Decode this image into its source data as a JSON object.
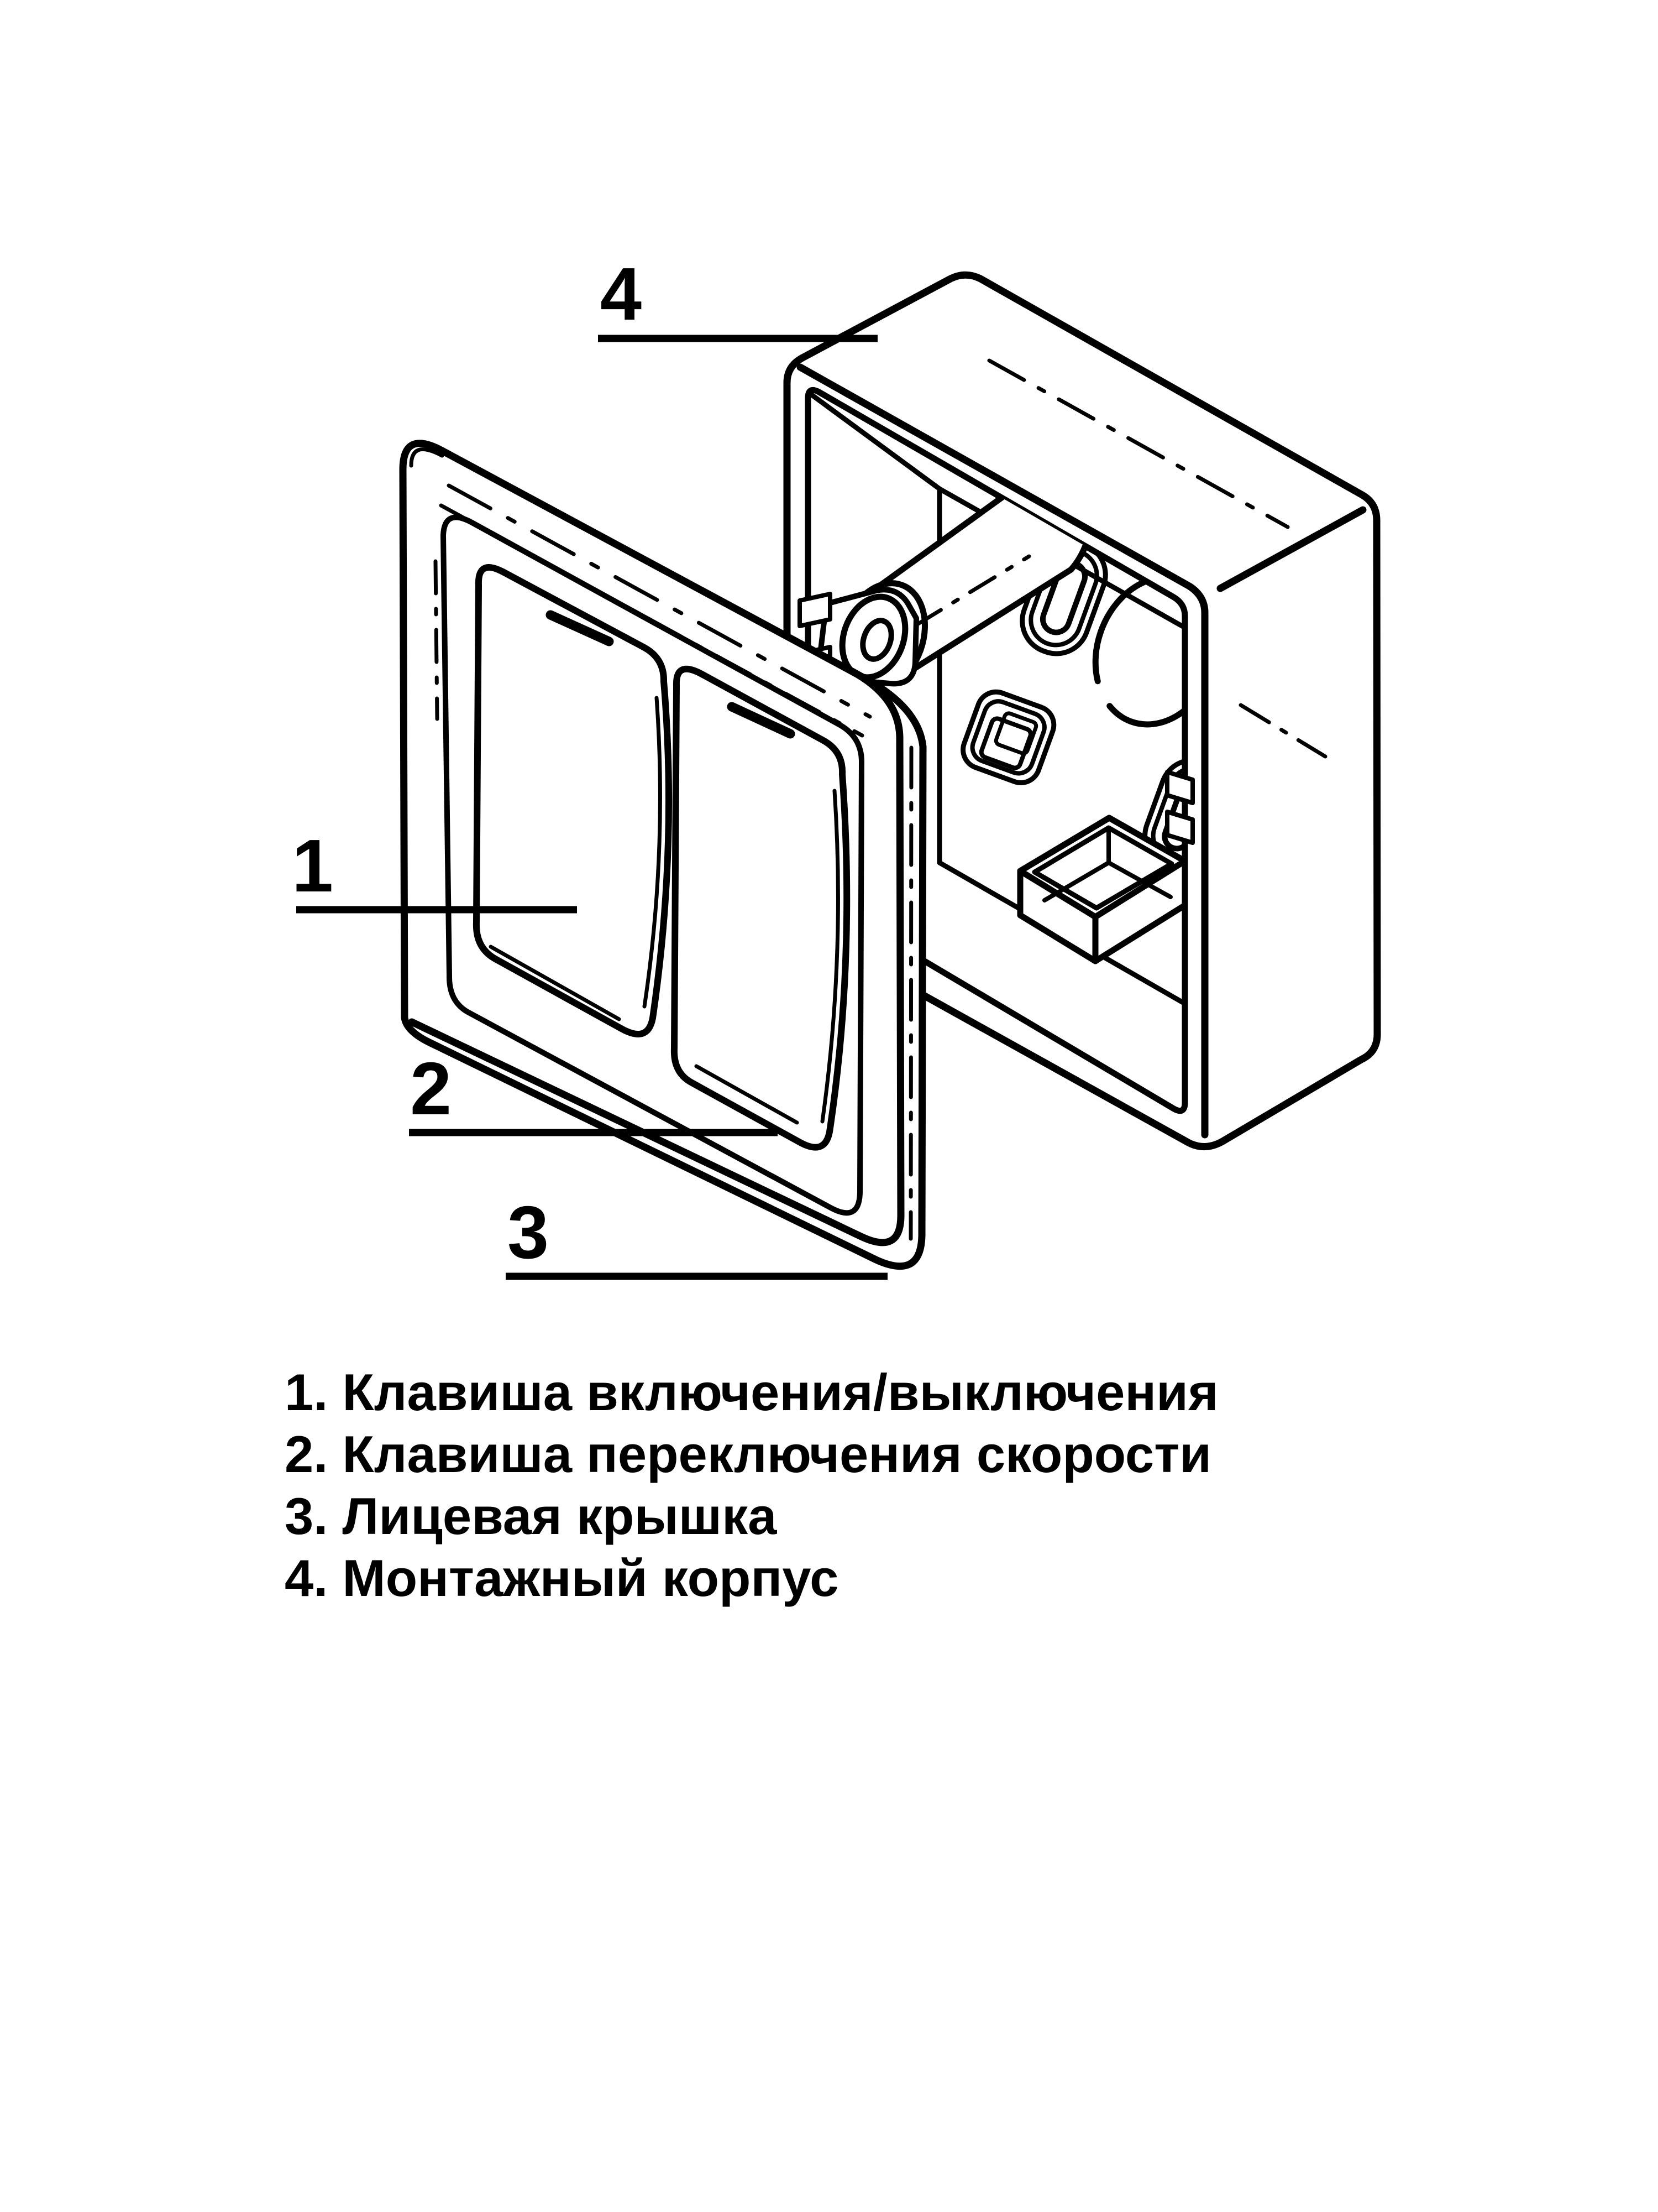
{
  "page": {
    "background": "#ffffff"
  },
  "colors": {
    "line": "#000000",
    "text": "#000000"
  },
  "callouts": [
    {
      "number": "1",
      "label": "Клавиша включения/выключения"
    },
    {
      "number": "2",
      "label": "Клавиша переключения скорости"
    },
    {
      "number": "3",
      "label": "Лицевая крышка"
    },
    {
      "number": "4",
      "label": "Монтажный корпус"
    }
  ],
  "legend": {
    "items": [
      {
        "num": "1.",
        "text": "Клавиша включения/выключения"
      },
      {
        "num": "2.",
        "text": "Клавиша переключения скорости"
      },
      {
        "num": "3.",
        "text": "Лицевая крышка"
      },
      {
        "num": "4.",
        "text": "Монтажный корпус"
      }
    ]
  }
}
